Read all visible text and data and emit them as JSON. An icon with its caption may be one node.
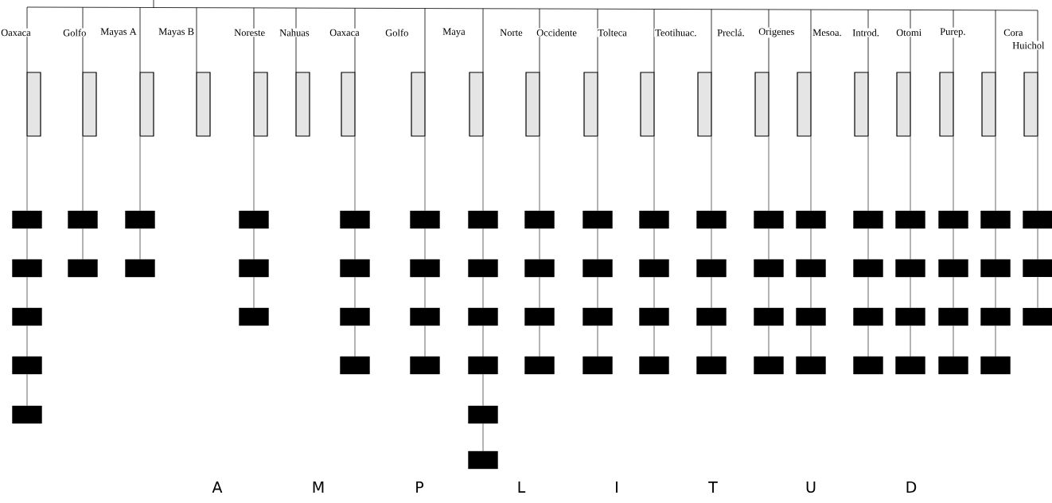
{
  "diagram": {
    "nodes": [
      {
        "text": [],
        "shape": "bar"
      },
      {
        "text": [],
        "shape": "bar"
      },
      {
        "text": [],
        "shape": "bar"
      },
      {
        "text": [],
        "shape": "bar"
      },
      {
        "text": [],
        "shape": "bar"
      },
      {
        "text": [],
        "shape": "bar"
      },
      {
        "text": [],
        "shape": "bar"
      },
      {
        "text": [],
        "shape": "bar"
      },
      {
        "text": [],
        "shape": "bar"
      },
      {
        "text": [],
        "shape": "bar"
      },
      {
        "text": [],
        "shape": "bar"
      },
      {
        "text": [],
        "shape": "bar"
      },
      {
        "text": [],
        "shape": "bar"
      },
      {
        "text": [],
        "shape": "bar"
      },
      {
        "text": [],
        "shape": "bar"
      },
      {
        "text": [],
        "shape": "bar"
      },
      {
        "text": [],
        "shape": "bar"
      },
      {
        "text": [],
        "shape": "bar"
      },
      {
        "text": [],
        "shape": "bar"
      },
      {
        "text": [],
        "shape": "bar"
      },
      {
        "text": [],
        "shape": "box"
      },
      {
        "text": [],
        "shape": "box"
      },
      {
        "text": [],
        "shape": "box"
      },
      {
        "text": [],
        "shape": "box"
      },
      {
        "text": [],
        "shape": "box"
      },
      {
        "text": [],
        "shape": "box"
      },
      {
        "text": [],
        "shape": "box"
      },
      {
        "text": [],
        "shape": "box"
      },
      {
        "text": [],
        "shape": "box"
      },
      {
        "text": [],
        "shape": "box"
      },
      {
        "text": [],
        "shape": "box"
      },
      {
        "text": [],
        "shape": "box"
      },
      {
        "text": [],
        "shape": "box"
      },
      {
        "text": [],
        "shape": "box"
      },
      {
        "text": [],
        "shape": "box"
      },
      {
        "text": [],
        "shape": "box"
      },
      {
        "text": [],
        "shape": "box"
      },
      {
        "text": [],
        "shape": "box"
      },
      {
        "text": [],
        "shape": "box"
      },
      {
        "text": [],
        "shape": "box"
      },
      {
        "text": [],
        "shape": "box"
      },
      {
        "text": [],
        "shape": "box"
      },
      {
        "text": [],
        "shape": "box"
      },
      {
        "text": [],
        "shape": "box"
      },
      {
        "text": [],
        "shape": "box"
      },
      {
        "text": [],
        "shape": "box"
      },
      {
        "text": [],
        "shape": "box"
      },
      {
        "text": [],
        "shape": "box"
      },
      {
        "text": [],
        "shape": "box"
      },
      {
        "text": [],
        "shape": "box"
      },
      {
        "text": [],
        "shape": "box"
      },
      {
        "text": [],
        "shape": "box"
      },
      {
        "text": [],
        "shape": "box"
      },
      {
        "text": [],
        "shape": "box"
      },
      {
        "text": [],
        "shape": "box"
      },
      {
        "text": [],
        "shape": "box"
      },
      {
        "text": [],
        "shape": "box"
      },
      {
        "text": [],
        "shape": "box"
      },
      {
        "text": [],
        "shape": "box"
      },
      {
        "text": [],
        "shape": "box"
      },
      {
        "text": [],
        "shape": "box"
      },
      {
        "text": [],
        "shape": "box"
      },
      {
        "text": [],
        "shape": "box"
      },
      {
        "text": [],
        "shape": "box"
      },
      {
        "text": [],
        "shape": "box"
      },
      {
        "text": [],
        "shape": "box"
      },
      {
        "text": [],
        "shape": "box"
      },
      {
        "text": [],
        "shape": "box"
      },
      {
        "text": [],
        "shape": "box"
      },
      {
        "text": [],
        "shape": "box"
      },
      {
        "text": [],
        "shape": "box"
      },
      {
        "text": [],
        "shape": "box"
      },
      {
        "text": [],
        "shape": "box"
      },
      {
        "text": [],
        "shape": "box"
      },
      {
        "text": [],
        "shape": "box"
      },
      {
        "text": [],
        "shape": "box"
      },
      {
        "text": [],
        "shape": "box"
      },
      {
        "text": [],
        "shape": "box"
      },
      {
        "text": [],
        "shape": "box"
      },
      {
        "text": [],
        "shape": "box"
      },
      {
        "text": [],
        "shape": "box"
      },
      {
        "text": [],
        "shape": "box"
      },
      {
        "text": [],
        "shape": "box"
      },
      {
        "text": [],
        "shape": "box"
      },
      {
        "text": [],
        "shape": "box"
      },
      {
        "text": [],
        "shape": "box"
      },
      {
        "text": [],
        "shape": "box"
      },
      {
        "text": [],
        "shape": "box"
      },
      {
        "text": [],
        "shape": "box"
      }
    ],
    "edges": [
      {
        "from": 0,
        "to": 20,
        "arrow": "none"
      },
      {
        "from": 20,
        "to": 21,
        "arrow": "none"
      },
      {
        "from": 21,
        "to": 22,
        "arrow": "none"
      },
      {
        "from": 22,
        "to": 23,
        "arrow": "none"
      },
      {
        "from": 23,
        "to": 24,
        "arrow": "none"
      },
      {
        "from": 1,
        "to": 25,
        "arrow": "none"
      },
      {
        "from": 25,
        "to": 26,
        "arrow": "none"
      },
      {
        "from": 2,
        "to": 27,
        "arrow": "none"
      },
      {
        "from": 27,
        "to": 28,
        "arrow": "none"
      },
      {
        "from": 4,
        "to": 29,
        "arrow": "none"
      },
      {
        "from": 29,
        "to": 30,
        "arrow": "none"
      },
      {
        "from": 30,
        "to": 31,
        "arrow": "none"
      },
      {
        "from": 6,
        "to": 32,
        "arrow": "none"
      },
      {
        "from": 32,
        "to": 33,
        "arrow": "none"
      },
      {
        "from": 33,
        "to": 34,
        "arrow": "none"
      },
      {
        "from": 34,
        "to": 35,
        "arrow": "none"
      },
      {
        "from": 7,
        "to": 36,
        "arrow": "none"
      },
      {
        "from": 36,
        "to": 37,
        "arrow": "none"
      },
      {
        "from": 37,
        "to": 38,
        "arrow": "none"
      },
      {
        "from": 38,
        "to": 39,
        "arrow": "none"
      },
      {
        "from": 8,
        "to": 40,
        "arrow": "none"
      },
      {
        "from": 40,
        "to": 41,
        "arrow": "none"
      },
      {
        "from": 41,
        "to": 42,
        "arrow": "none"
      },
      {
        "from": 42,
        "to": 43,
        "arrow": "none"
      },
      {
        "from": 43,
        "to": 44,
        "arrow": "none"
      },
      {
        "from": 44,
        "to": 45,
        "arrow": "none"
      },
      {
        "from": 9,
        "to": 46,
        "arrow": "none"
      },
      {
        "from": 46,
        "to": 47,
        "arrow": "none"
      },
      {
        "from": 47,
        "to": 48,
        "arrow": "none"
      },
      {
        "from": 48,
        "to": 49,
        "arrow": "none"
      },
      {
        "from": 10,
        "to": 50,
        "arrow": "none"
      },
      {
        "from": 50,
        "to": 51,
        "arrow": "none"
      },
      {
        "from": 51,
        "to": 52,
        "arrow": "none"
      },
      {
        "from": 52,
        "to": 53,
        "arrow": "none"
      },
      {
        "from": 11,
        "to": 54,
        "arrow": "none"
      },
      {
        "from": 54,
        "to": 55,
        "arrow": "none"
      },
      {
        "from": 55,
        "to": 56,
        "arrow": "none"
      },
      {
        "from": 56,
        "to": 57,
        "arrow": "none"
      },
      {
        "from": 12,
        "to": 58,
        "arrow": "none"
      },
      {
        "from": 58,
        "to": 59,
        "arrow": "none"
      },
      {
        "from": 59,
        "to": 60,
        "arrow": "none"
      },
      {
        "from": 60,
        "to": 61,
        "arrow": "none"
      },
      {
        "from": 13,
        "to": 62,
        "arrow": "none"
      },
      {
        "from": 62,
        "to": 63,
        "arrow": "none"
      },
      {
        "from": 63,
        "to": 64,
        "arrow": "none"
      },
      {
        "from": 64,
        "to": 65,
        "arrow": "none"
      },
      {
        "from": 14,
        "to": 66,
        "arrow": "none"
      },
      {
        "from": 66,
        "to": 67,
        "arrow": "none"
      },
      {
        "from": 67,
        "to": 68,
        "arrow": "none"
      },
      {
        "from": 68,
        "to": 69,
        "arrow": "none"
      },
      {
        "from": 15,
        "to": 70,
        "arrow": "none"
      },
      {
        "from": 70,
        "to": 71,
        "arrow": "none"
      },
      {
        "from": 71,
        "to": 72,
        "arrow": "none"
      },
      {
        "from": 72,
        "to": 73,
        "arrow": "none"
      },
      {
        "from": 16,
        "to": 74,
        "arrow": "none"
      },
      {
        "from": 74,
        "to": 75,
        "arrow": "none"
      },
      {
        "from": 75,
        "to": 76,
        "arrow": "none"
      },
      {
        "from": 76,
        "to": 77,
        "arrow": "none"
      },
      {
        "from": 17,
        "to": 78,
        "arrow": "none"
      },
      {
        "from": 78,
        "to": 79,
        "arrow": "none"
      },
      {
        "from": 79,
        "to": 80,
        "arrow": "none"
      },
      {
        "from": 80,
        "to": 81,
        "arrow": "none"
      },
      {
        "from": 18,
        "to": 82,
        "arrow": "none"
      },
      {
        "from": 82,
        "to": 83,
        "arrow": "none"
      },
      {
        "from": 83,
        "to": 84,
        "arrow": "none"
      },
      {
        "from": 84,
        "to": 85,
        "arrow": "none"
      },
      {
        "from": 19,
        "to": 86,
        "arrow": "none"
      },
      {
        "from": 86,
        "to": 87,
        "arrow": "none"
      },
      {
        "from": 87,
        "to": 88,
        "arrow": "none"
      }
    ],
    "labels": [
      "Oaxaca",
      "Golfo",
      "Mayas A",
      "Mayas B",
      "Noreste",
      "Nahuas",
      "Oaxaca",
      "Golfo",
      "Maya",
      "Norte",
      "Occidente",
      "Tolteca",
      "Teotihuac.",
      "Preclá.",
      "Origenes",
      "Mesoa.",
      "Introd.",
      "Otomi",
      "Purep.",
      "Cora",
      "Huichol",
      "A",
      "M",
      "P",
      "L",
      "I",
      "T",
      "U",
      "D"
    ]
  }
}
